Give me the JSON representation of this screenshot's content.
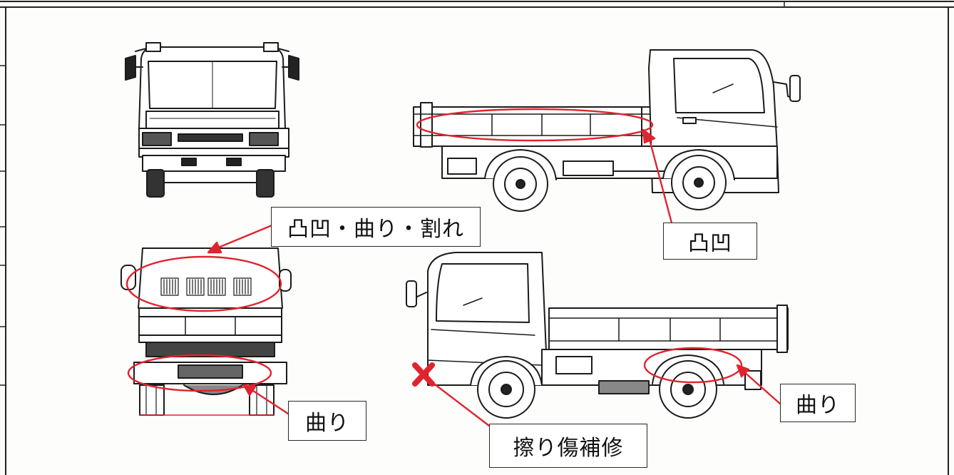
{
  "accent_color": "#e0242f",
  "annotations": [
    {
      "id": "dent-bend-crack",
      "text": "凸凹・曲り・割れ"
    },
    {
      "id": "dent",
      "text": "凸凹"
    },
    {
      "id": "bend-rear",
      "text": "曲り"
    },
    {
      "id": "bend-side",
      "text": "曲り"
    },
    {
      "id": "scratch-repair",
      "text": "擦り傷補修"
    }
  ],
  "marks": {
    "scratch_mark_icon": "cross-mark-icon"
  },
  "views": [
    "truck-front-view",
    "truck-right-side-view",
    "truck-rear-view",
    "truck-left-side-view"
  ]
}
